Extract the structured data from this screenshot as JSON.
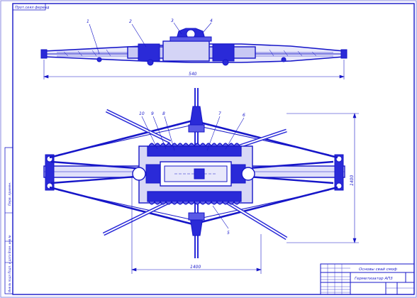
{
  "drawing": {
    "top_stamp": "Прот.сеял ференд",
    "callouts_top": [
      "1",
      "2",
      "3",
      "4"
    ],
    "callouts_plan": [
      "10",
      "9",
      "8",
      "7",
      "6"
    ],
    "callout_bottom": "5",
    "dim_top_width": "540",
    "dim_bottom_width": "1400",
    "dim_right_height": "1400",
    "colors": {
      "line": "#1616c8",
      "fill": "#2a2ad8",
      "light": "#5a5ae6",
      "paper": "#ffffff"
    }
  },
  "title_block": {
    "name": "Основы свай смоф",
    "doc_code": "Герметизатор АП3",
    "left_strip": "Перв. примен.",
    "left_strip_lower": "Инв № подл  Подп. и дата  Взам. инв №"
  }
}
